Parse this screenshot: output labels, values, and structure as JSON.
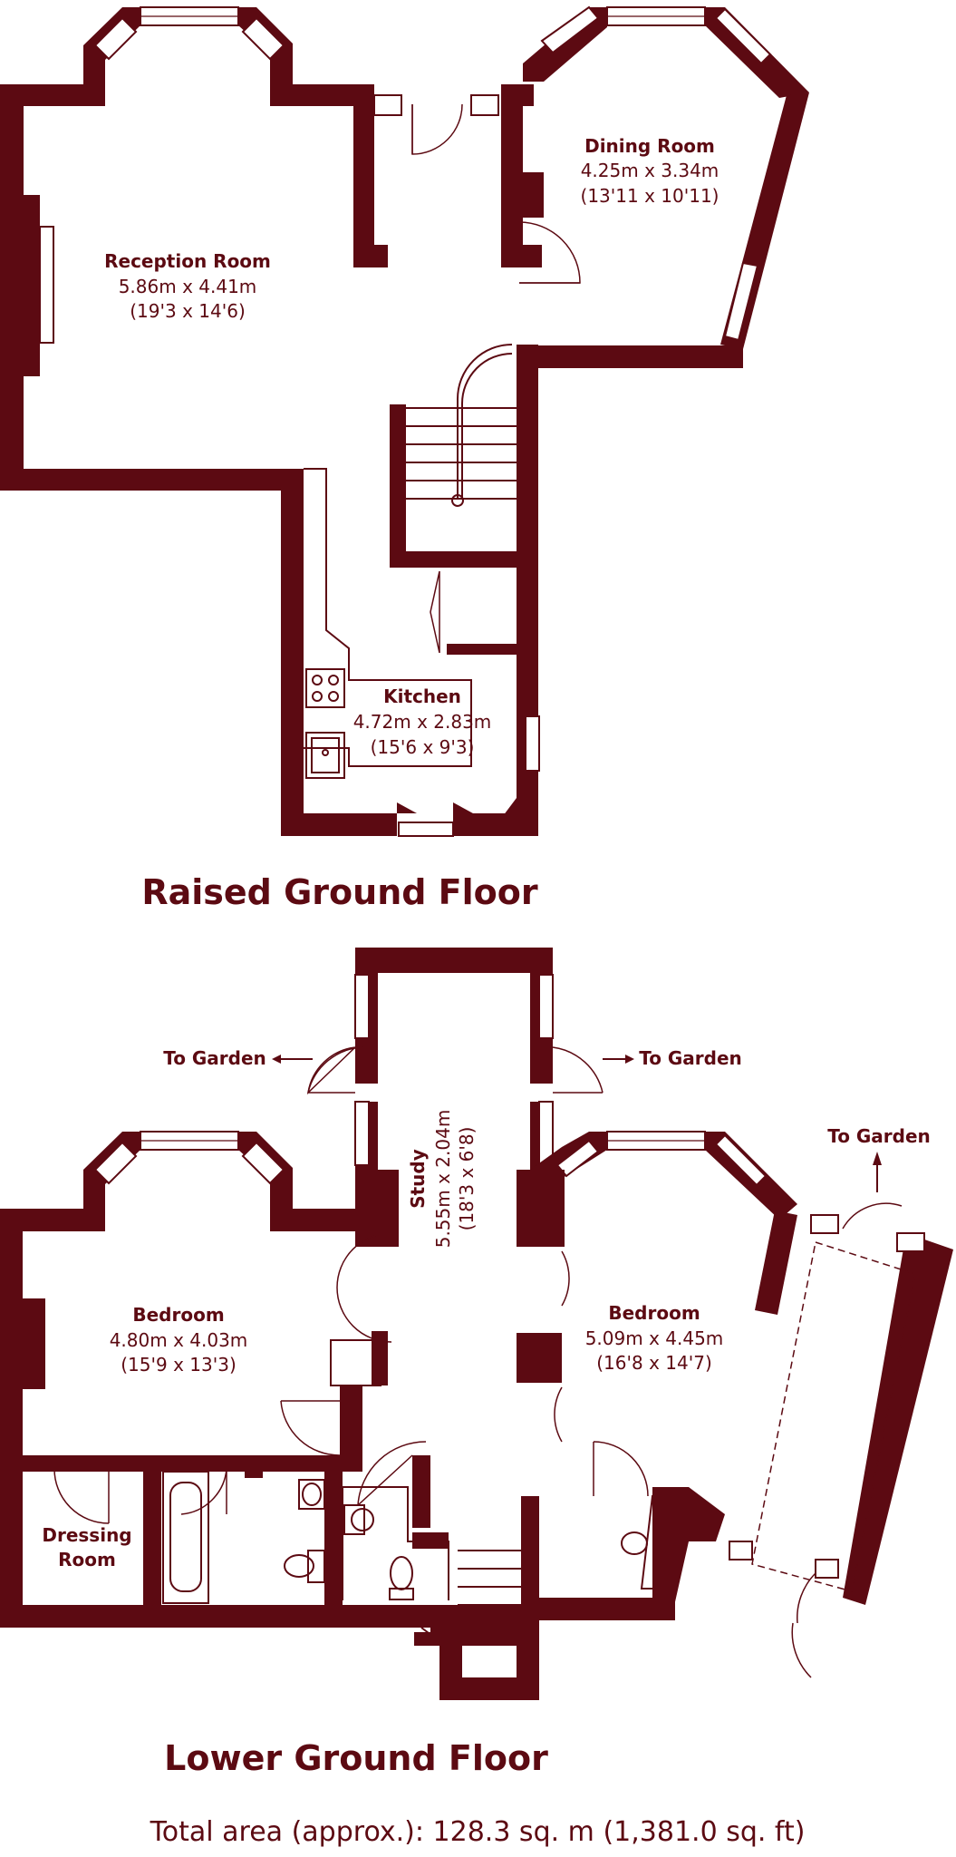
{
  "floors": {
    "raised": {
      "title": "Raised Ground Floor",
      "rooms": {
        "reception": {
          "name": "Reception Room",
          "metric": "5.86m x 4.41m",
          "imperial": "(19'3 x 14'6)"
        },
        "dining": {
          "name": "Dining Room",
          "metric": "4.25m x 3.34m",
          "imperial": "(13'11 x 10'11)"
        },
        "kitchen": {
          "name": "Kitchen",
          "metric": "4.72m x 2.83m",
          "imperial": "(15'6 x 9'3)"
        }
      }
    },
    "lower": {
      "title": "Lower Ground Floor",
      "rooms": {
        "study": {
          "name": "Study",
          "metric": "5.55m x 2.04m",
          "imperial": "(18'3 x 6'8)"
        },
        "bedroom_left": {
          "name": "Bedroom",
          "metric": "4.80m x 4.03m",
          "imperial": "(15'9 x 13'3)"
        },
        "bedroom_right": {
          "name": "Bedroom",
          "metric": "5.09m x 4.45m",
          "imperial": "(16'8 x 14'7)"
        },
        "dressing": {
          "name_line1": "Dressing",
          "name_line2": "Room"
        }
      },
      "garden_labels": {
        "left": "To Garden",
        "right": "To Garden",
        "far_right": "To Garden"
      }
    }
  },
  "total_area": "Total area (approx.): 128.3 sq. m (1,381.0 sq. ft)",
  "colors": {
    "wall": "#5c0a12",
    "background": "#ffffff"
  }
}
